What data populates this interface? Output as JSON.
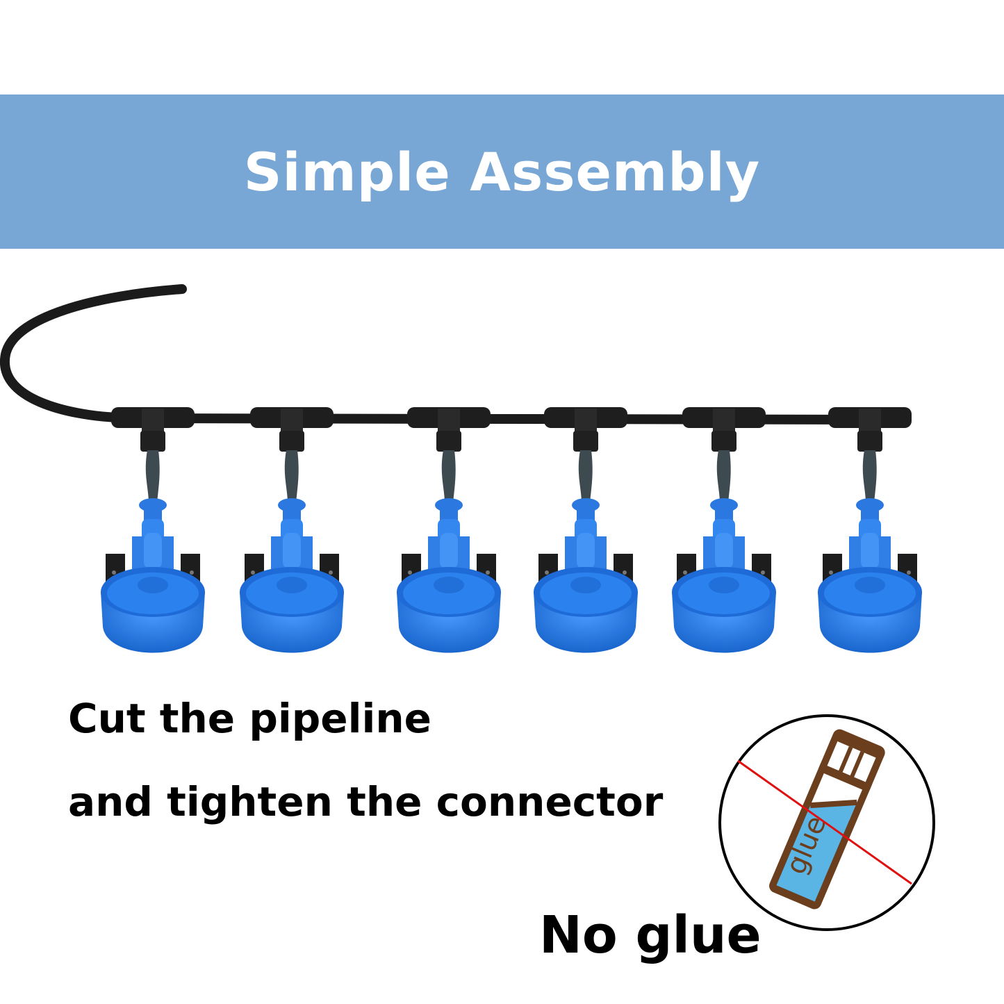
{
  "banner": {
    "title": "Simple Assembly"
  },
  "instructions": {
    "line1": "Cut the pipeline",
    "line2": "and tighten the connector",
    "no_glue": "No glue"
  },
  "icon": {
    "name": "no-glue-icon",
    "label": "glue"
  },
  "product": {
    "cup_count": 6
  },
  "colors": {
    "banner": "#78a7d6",
    "cup": "#2f7fe6",
    "glue_brown": "#6b3e1e",
    "glue_blue": "#5ab4e4",
    "slash_red": "#e01010"
  }
}
